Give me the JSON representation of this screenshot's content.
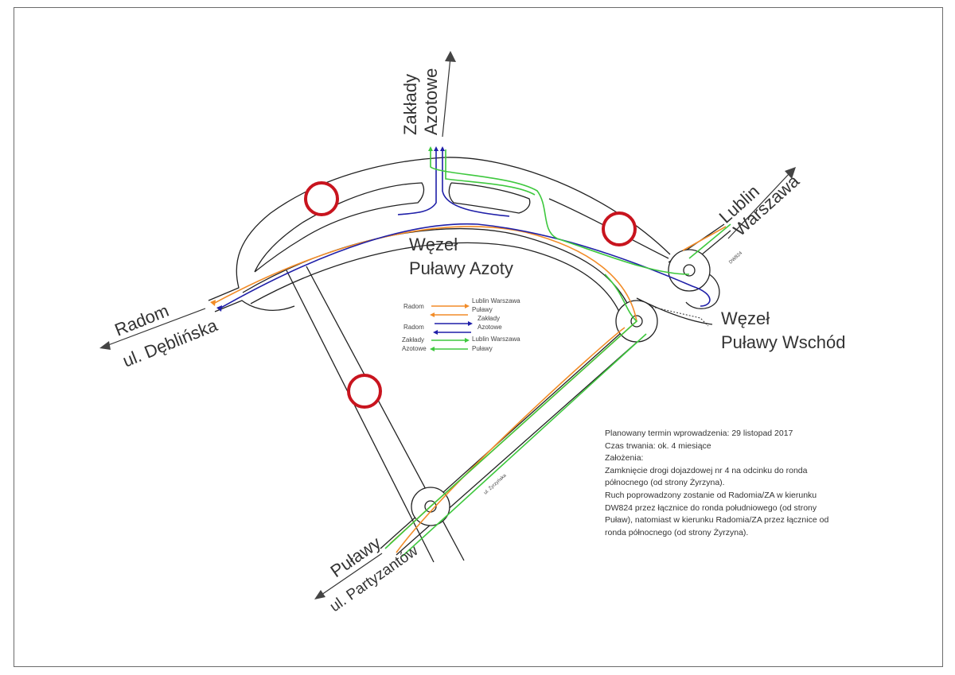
{
  "labels": {
    "zaklady_line1": "Zakłady",
    "zaklady_line2": "Azotowe",
    "lublin": "Lublin",
    "warszawa": "Warszawa",
    "radom": "Radom",
    "deblinska": "ul. Dęblińska",
    "pulawy": "Puławy",
    "partyzantow": "ul. Partyzantów",
    "wezel_azoty_line1": "Węzeł",
    "wezel_azoty_line2": "Puławy Azoty",
    "wezel_wschod_line1": "Węzeł",
    "wezel_wschod_line2": "Puławy Wschód",
    "dw824": "DW824",
    "zyrzynska": "ul. Żyrzyńska"
  },
  "legend": [
    {
      "from": "Radom",
      "to_line1": "Lublin Warszawa",
      "to_line2": "Puławy",
      "color": "#f28c28"
    },
    {
      "from": "Radom",
      "to_line1": "Zakłady",
      "to_line2": "Azotowe",
      "color": "#1f1fa8"
    },
    {
      "from_line1": "Zakłady",
      "from_line2": "Azotowe",
      "to_line1": "Lublin Warszawa",
      "to_line2": "Puławy",
      "color": "#3ec83e"
    }
  ],
  "notes": [
    "Planowany termin wprowadzenia: 29 listopad 2017",
    "Czas trwania: ok. 4 miesiące",
    "Założenia:",
    "Zamknięcie drogi dojazdowej nr 4 na odcinku do ronda",
    "północnego (od strony Żyrzyna).",
    "Ruch poprowadzony zostanie od Radomia/ZA w kierunku",
    "DW824 przez łącznice do ronda południowego (od strony",
    "Puław), natomiast w kierunku Radomia/ZA przez łącznice od",
    "ronda północnego (od strony Żyrzyna)."
  ],
  "colors": {
    "route_orange": "#f28c28",
    "route_blue": "#1f1fa8",
    "route_green": "#3ec83e",
    "closure_red": "#c8141e"
  }
}
